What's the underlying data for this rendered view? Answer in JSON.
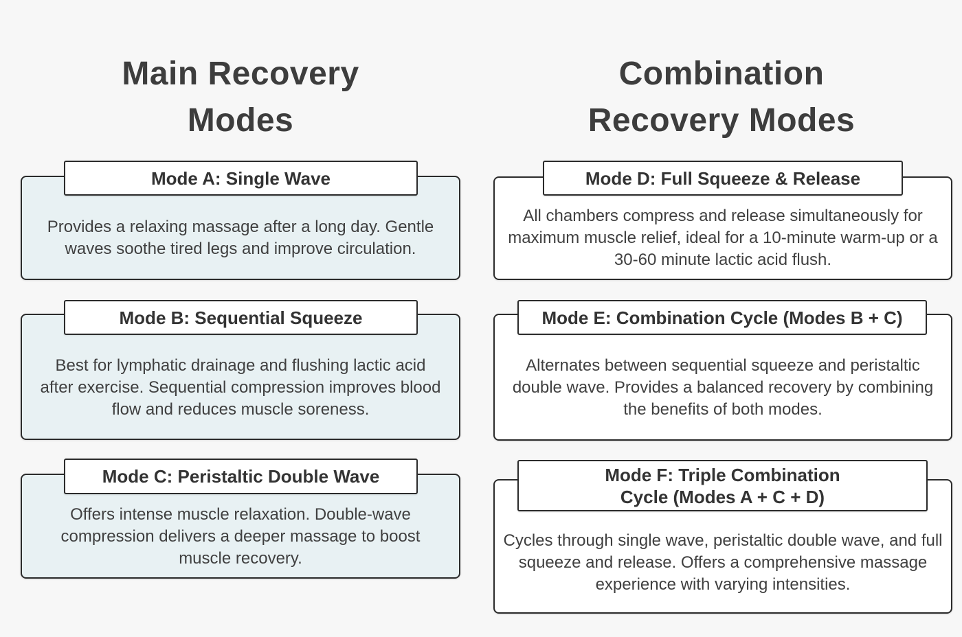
{
  "page": {
    "background": "#f7f7f7",
    "heading_color": "#3d3d3d",
    "body_text_color": "#404040",
    "border_color": "#2b2b2b",
    "left_card_fill": "#e8f1f3",
    "right_card_fill": "#ffffff"
  },
  "columns": [
    {
      "heading": "Main Recovery\nModes",
      "cards": [
        {
          "title": "Mode A: Single Wave",
          "body": "Provides a relaxing massage after a long day. Gentle waves soothe tired legs and improve circulation."
        },
        {
          "title": "Mode B: Sequential Squeeze",
          "body": "Best for lymphatic drainage and flushing lactic acid after exercise. Sequential compression improves blood flow and reduces muscle soreness."
        },
        {
          "title": "Mode C: Peristaltic Double Wave",
          "body": "Offers intense muscle relaxation. Double-wave compression delivers a deeper massage to boost muscle recovery."
        }
      ]
    },
    {
      "heading": "Combination\nRecovery Modes",
      "cards": [
        {
          "title": "Mode D: Full Squeeze & Release",
          "body": "All chambers compress and release simultaneously for maximum muscle relief, ideal for a 10-minute warm-up or a 30-60 minute lactic acid flush."
        },
        {
          "title": "Mode E: Combination Cycle (Modes B + C)",
          "body": "Alternates between sequential squeeze and peristaltic double wave. Provides a balanced recovery by combining the benefits of both modes."
        },
        {
          "title": "Mode F: Triple Combination\nCycle (Modes A + C + D)",
          "body": "Cycles through single wave, peristaltic double wave, and full squeeze and release. Offers a comprehensive massage experience with varying intensities."
        }
      ]
    }
  ]
}
